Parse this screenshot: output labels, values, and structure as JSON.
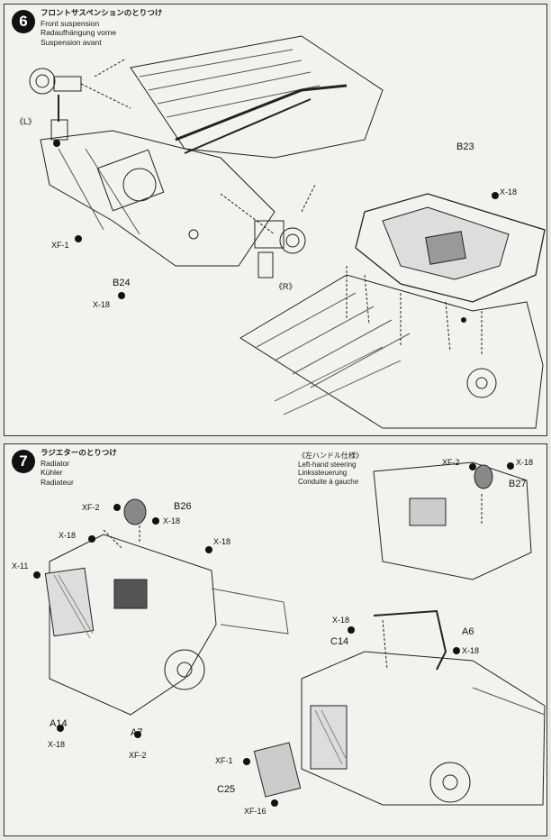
{
  "step6": {
    "number": "6",
    "title_jp": "フロントサスペンションのとりつけ",
    "title_en": "Front suspension",
    "title_de": "Radaufhängung vorne",
    "title_fr": "Suspension avant",
    "labels": {
      "left": "《L》",
      "right": "《R》",
      "b23": "B23",
      "b24": "B24",
      "xf1": "XF-1",
      "x18_a": "X-18",
      "x18_b": "X-18"
    }
  },
  "step7": {
    "number": "7",
    "title_jp": "ラジエターのとりつけ",
    "title_en": "Radiator",
    "title_de": "Kühler",
    "title_fr": "Radiateur",
    "lhd": {
      "jp": "《左ハンドル仕様》",
      "en": "Left-hand steering",
      "de": "Linkssteuerung",
      "fr": "Conduite à gauche"
    },
    "labels": {
      "xf2_a": "XF-2",
      "b26": "B26",
      "x18_1": "X-18",
      "x18_2": "X-18",
      "x11": "X-11",
      "x18_3": "X-18",
      "a14": "A14",
      "x18_4": "X-18",
      "a7": "A7",
      "xf2_b": "XF-2",
      "xf2_c": "XF-2",
      "x18_5": "X-18",
      "b27": "B27",
      "x18_6": "X-18",
      "c14": "C14",
      "a6": "A6",
      "x18_7": "X-18",
      "xf1": "XF-1",
      "c25": "C25",
      "xf16": "XF-16"
    }
  }
}
